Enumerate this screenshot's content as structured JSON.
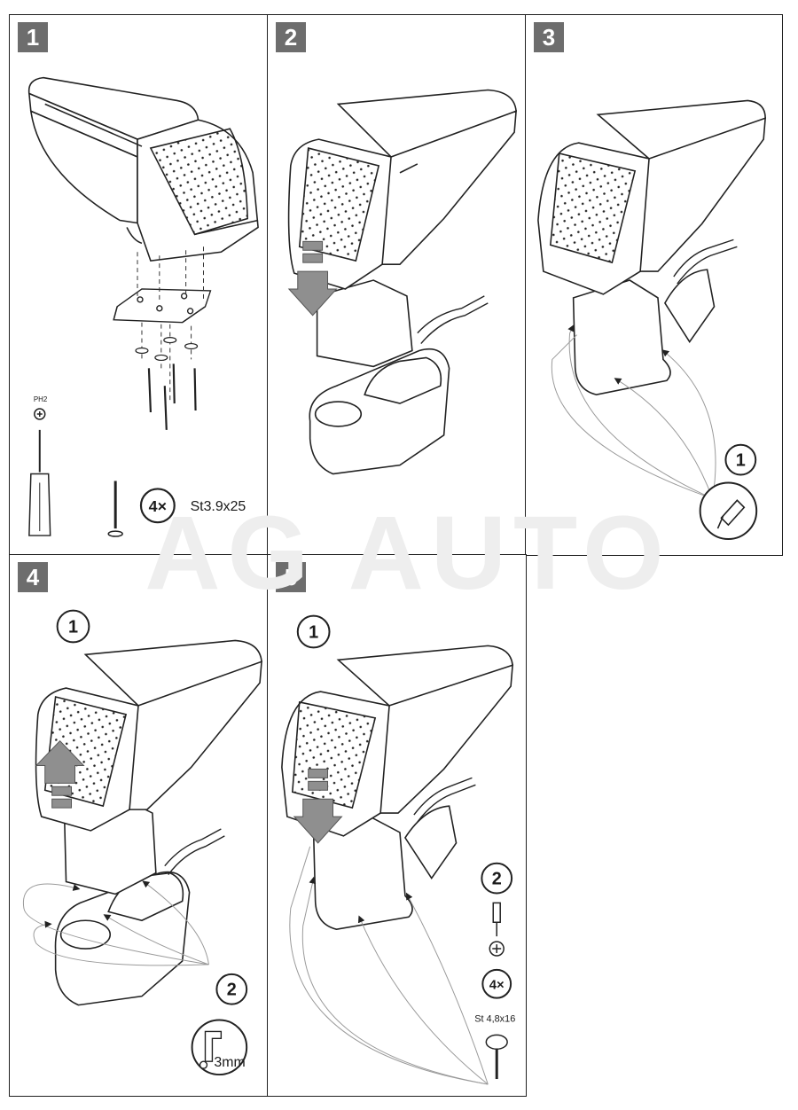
{
  "panels": [
    {
      "number": "1"
    },
    {
      "number": "2"
    },
    {
      "number": "3"
    },
    {
      "number": "4"
    },
    {
      "number": "5"
    }
  ],
  "step1": {
    "bit_label": "PH2",
    "screw_count": "4×",
    "screw_spec": "St3.9x25"
  },
  "step3": {
    "sub_step": "1"
  },
  "step4": {
    "sub_step_1": "1",
    "sub_step_2": "2",
    "drill_size": "3mm"
  },
  "step5": {
    "sub_step_1": "1",
    "sub_step_2": "2",
    "screw_count": "4×",
    "screw_spec": "St 4,8x16"
  },
  "watermark": "AG AUTO",
  "colors": {
    "frame": "#1f1f1f",
    "badge": "#6d6d6d",
    "arrow": "#8f8f8f",
    "watermark": "#eeeeee"
  }
}
